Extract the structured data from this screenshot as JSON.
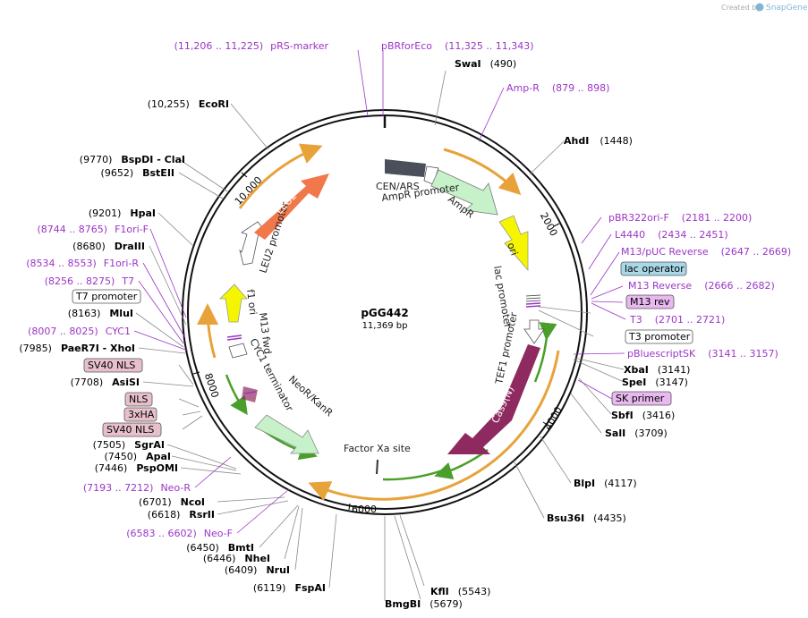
{
  "credit": {
    "text": "Created by",
    "brand": "SnapGene"
  },
  "plasmid": {
    "name": "pGG442",
    "size": "11,369 bp"
  },
  "scale_ticks": [
    {
      "label": "2000"
    },
    {
      "label": "4000"
    },
    {
      "label": "6000"
    },
    {
      "label": "8000"
    },
    {
      "label": "10,000"
    }
  ],
  "enzymes": [
    {
      "name": "SwaI",
      "pos": "(490)"
    },
    {
      "name": "AhdI",
      "pos": "(1448)"
    },
    {
      "name": "XbaI",
      "pos": "(3141)"
    },
    {
      "name": "SpeI",
      "pos": "(3147)"
    },
    {
      "name": "SbfI",
      "pos": "(3416)"
    },
    {
      "name": "SalI",
      "pos": "(3709)"
    },
    {
      "name": "BlpI",
      "pos": "(4117)"
    },
    {
      "name": "Bsu36I",
      "pos": "(4435)"
    },
    {
      "name": "KflI",
      "pos": "(5543)"
    },
    {
      "name": "BmgBI",
      "pos": "(5679)"
    },
    {
      "name": "FspAI",
      "pos": "(6119)"
    },
    {
      "name": "NruI",
      "pos": "(6409)"
    },
    {
      "name": "NheI",
      "pos": "(6446)"
    },
    {
      "name": "BmtI",
      "pos": "(6450)"
    },
    {
      "name": "RsrII",
      "pos": "(6618)"
    },
    {
      "name": "NcoI",
      "pos": "(6701)"
    },
    {
      "name": "PspOMI",
      "pos": "(7446)"
    },
    {
      "name": "ApaI",
      "pos": "(7450)"
    },
    {
      "name": "SgrAI",
      "pos": "(7505)"
    },
    {
      "name": "AsiSI",
      "pos": "(7708)"
    },
    {
      "name": "PaeR7I - XhoI",
      "pos": "(7985)"
    },
    {
      "name": "MluI",
      "pos": "(8163)"
    },
    {
      "name": "DraIII",
      "pos": "(8680)"
    },
    {
      "name": "HpaI",
      "pos": "(9201)"
    },
    {
      "name": "BstEII",
      "pos": "(9652)"
    },
    {
      "name": "BspDI - ClaI",
      "pos": "(9770)"
    },
    {
      "name": "EcoRI",
      "pos": "(10,255)"
    }
  ],
  "primer_sites": [
    {
      "name": "pRS-marker",
      "range": "(11,206 .. 11,225)"
    },
    {
      "name": "pBRforEco",
      "range": "(11,325 .. 11,343)"
    },
    {
      "name": "Amp-R",
      "range": "(879 .. 898)"
    },
    {
      "name": "pBR322ori-F",
      "range": "(2181 .. 2200)"
    },
    {
      "name": "L4440",
      "range": "(2434 .. 2451)"
    },
    {
      "name": "M13/pUC Reverse",
      "range": "(2647 .. 2669)"
    },
    {
      "name": "M13 Reverse",
      "range": "(2666 .. 2682)"
    },
    {
      "name": "T3",
      "range": "(2701 .. 2721)"
    },
    {
      "name": "pBluescriptSK",
      "range": "(3141 .. 3157)"
    },
    {
      "name": "F1ori-F",
      "range": "(8744 .. 8765)"
    },
    {
      "name": "F1ori-R",
      "range": "(8534 .. 8553)"
    },
    {
      "name": "T7",
      "range": "(8256 .. 8275)"
    },
    {
      "name": "CYC1",
      "range": "(8007 .. 8025)"
    },
    {
      "name": "Neo-R",
      "range": "(7193 .. 7212)"
    },
    {
      "name": "Neo-F",
      "range": "(6583 .. 6602)"
    }
  ],
  "boxed_labels": [
    {
      "text": "lac operator"
    },
    {
      "text": "M13 rev"
    },
    {
      "text": "T3 promoter"
    },
    {
      "text": "SK primer"
    },
    {
      "text": "T7 promoter"
    },
    {
      "text": "SV40 NLS"
    },
    {
      "text": "NLS"
    },
    {
      "text": "3xHA"
    },
    {
      "text": "SV40 NLS"
    }
  ],
  "features": [
    {
      "text": "CEN/ARS"
    },
    {
      "text": "AmpR promoter"
    },
    {
      "text": "AmpR"
    },
    {
      "text": "ori"
    },
    {
      "text": "lac promoter"
    },
    {
      "text": "TEF1 promoter"
    },
    {
      "text": "Cas9(N)"
    },
    {
      "text": "Factor Xa site"
    },
    {
      "text": "NeoR/KanR"
    },
    {
      "text": "CYC1 terminator"
    },
    {
      "text": "M13 fwd"
    },
    {
      "text": "f1 ori"
    },
    {
      "text": "LEU2 promoter"
    },
    {
      "text": "LEU2"
    }
  ],
  "colors": {
    "backbone": "#111111",
    "primer": "#9b35c6",
    "orf_orange": "#e8a23a",
    "orf_green": "#4a9e2a",
    "leu2": "#f0784a",
    "ampr": "#c7f2c9",
    "ori": "#f5f500",
    "cas9": "#8e2a5f",
    "cen": "#4a5059"
  }
}
